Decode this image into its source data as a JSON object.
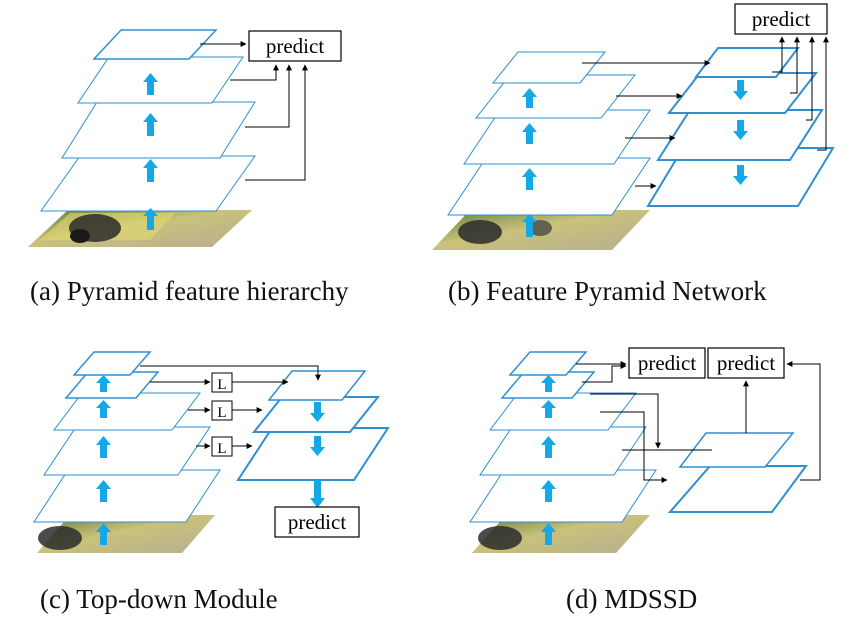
{
  "colors": {
    "layer_stroke": "#2f8fd0",
    "arrow_fill": "#14a8e8",
    "line": "#000000"
  },
  "icons": {
    "up_arrow": "arrow-up-icon",
    "down_arrow": "arrow-down-icon"
  },
  "panels": [
    {
      "id": "a",
      "caption": "(a) Pyramid feature hierarchy",
      "predict_labels": [
        "predict"
      ],
      "lateral_labels": []
    },
    {
      "id": "b",
      "caption": "(b) Feature Pyramid Network",
      "predict_labels": [
        "predict"
      ],
      "lateral_labels": []
    },
    {
      "id": "c",
      "caption": "(c) Top-down Module",
      "predict_labels": [
        "predict"
      ],
      "lateral_labels": [
        "L",
        "L",
        "L"
      ]
    },
    {
      "id": "d",
      "caption": "(d) MDSSD",
      "predict_labels": [
        "predict",
        "predict"
      ],
      "lateral_labels": []
    }
  ]
}
